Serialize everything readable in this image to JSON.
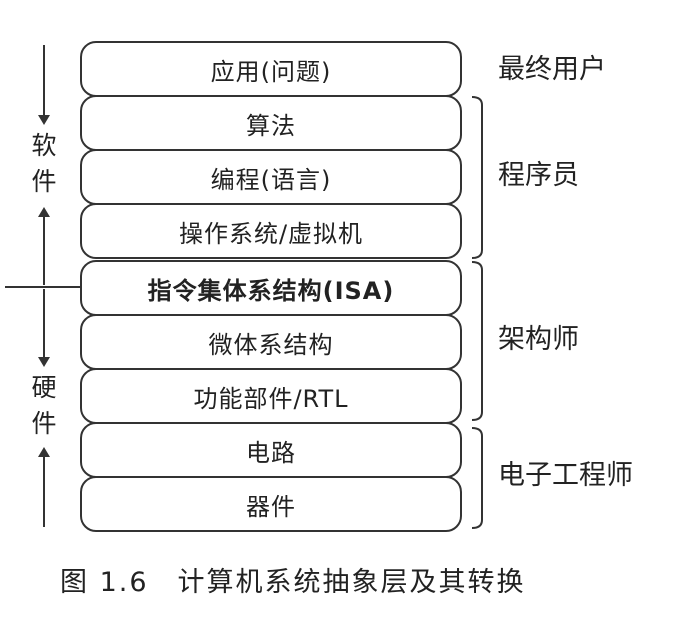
{
  "layers": [
    {
      "label": "应用(问题)",
      "bold": false
    },
    {
      "label": "算法",
      "bold": false
    },
    {
      "label": "编程(语言)",
      "bold": false
    },
    {
      "label": "操作系统/虚拟机",
      "bold": false
    },
    {
      "label": "指令集体系结构(ISA)",
      "bold": true
    },
    {
      "label": "微体系结构",
      "bold": false
    },
    {
      "label": "功能部件/RTL",
      "bold": false
    },
    {
      "label": "电路",
      "bold": false
    },
    {
      "label": "器件",
      "bold": false
    }
  ],
  "roles": {
    "end_user": "最终用户",
    "programmer": "程序员",
    "architect": "架构师",
    "electronic_engineer": "电子工程师"
  },
  "left_labels": {
    "software": [
      "软",
      "件"
    ],
    "hardware": [
      "硬",
      "件"
    ]
  },
  "caption": "图 1.6　计算机系统抽象层及其转换"
}
